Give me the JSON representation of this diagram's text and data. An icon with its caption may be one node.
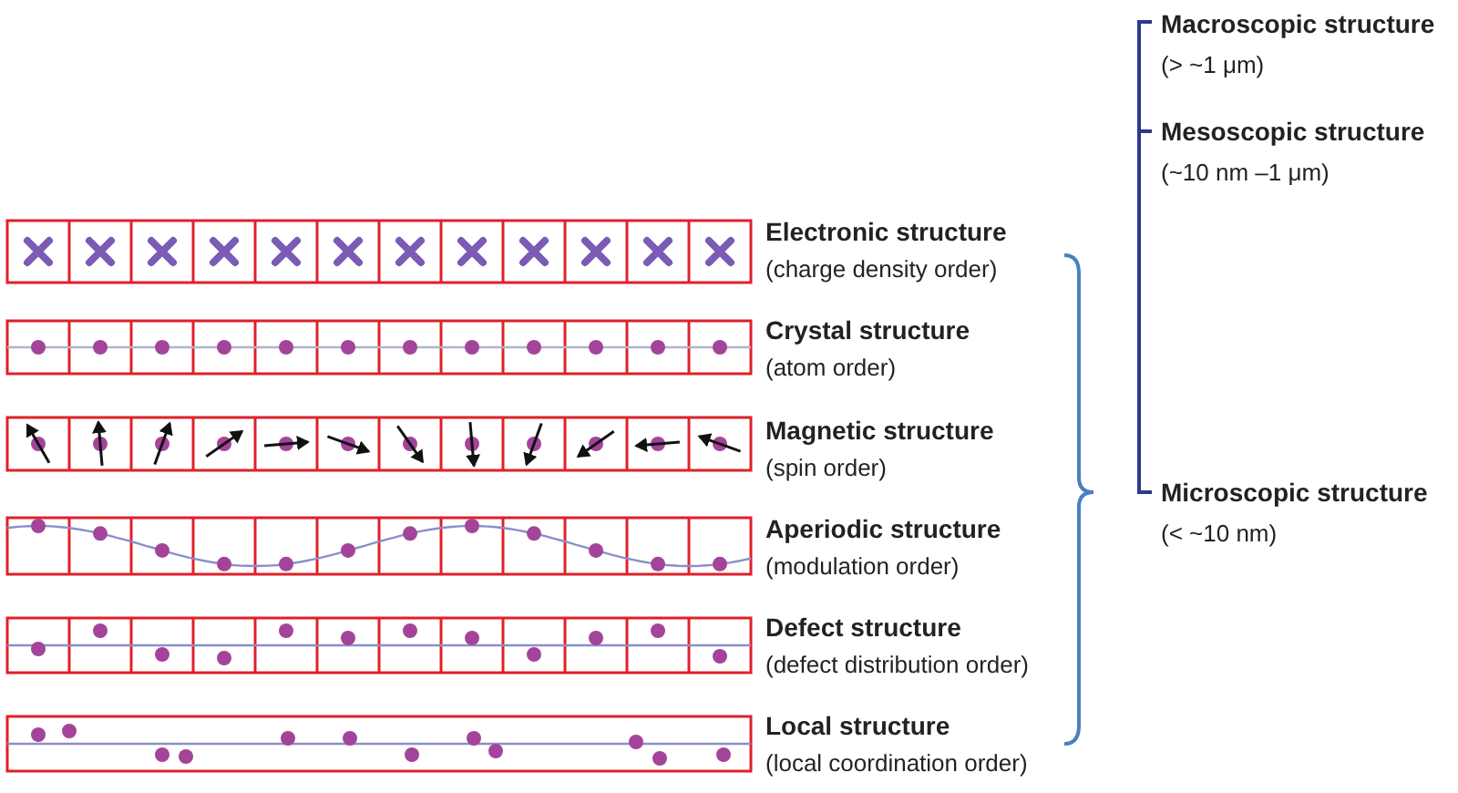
{
  "diagram": {
    "labels": [
      "Electronic structure",
      "(charge density order)",
      "Crystal structure",
      "(atom order)",
      "Magnetic structure",
      "(spin order)",
      "Aperiodic structure",
      "(modulation order)",
      "Defect structure",
      "(defect distribution order)",
      "Local structure",
      "(local coordination order)",
      "Macroscopic structure",
      "(> ~1 μm)",
      "Mesoscopic structure",
      "(~10 nm –1 μm)",
      "Microscopic structure",
      "(< ~10 nm)"
    ]
  }
}
